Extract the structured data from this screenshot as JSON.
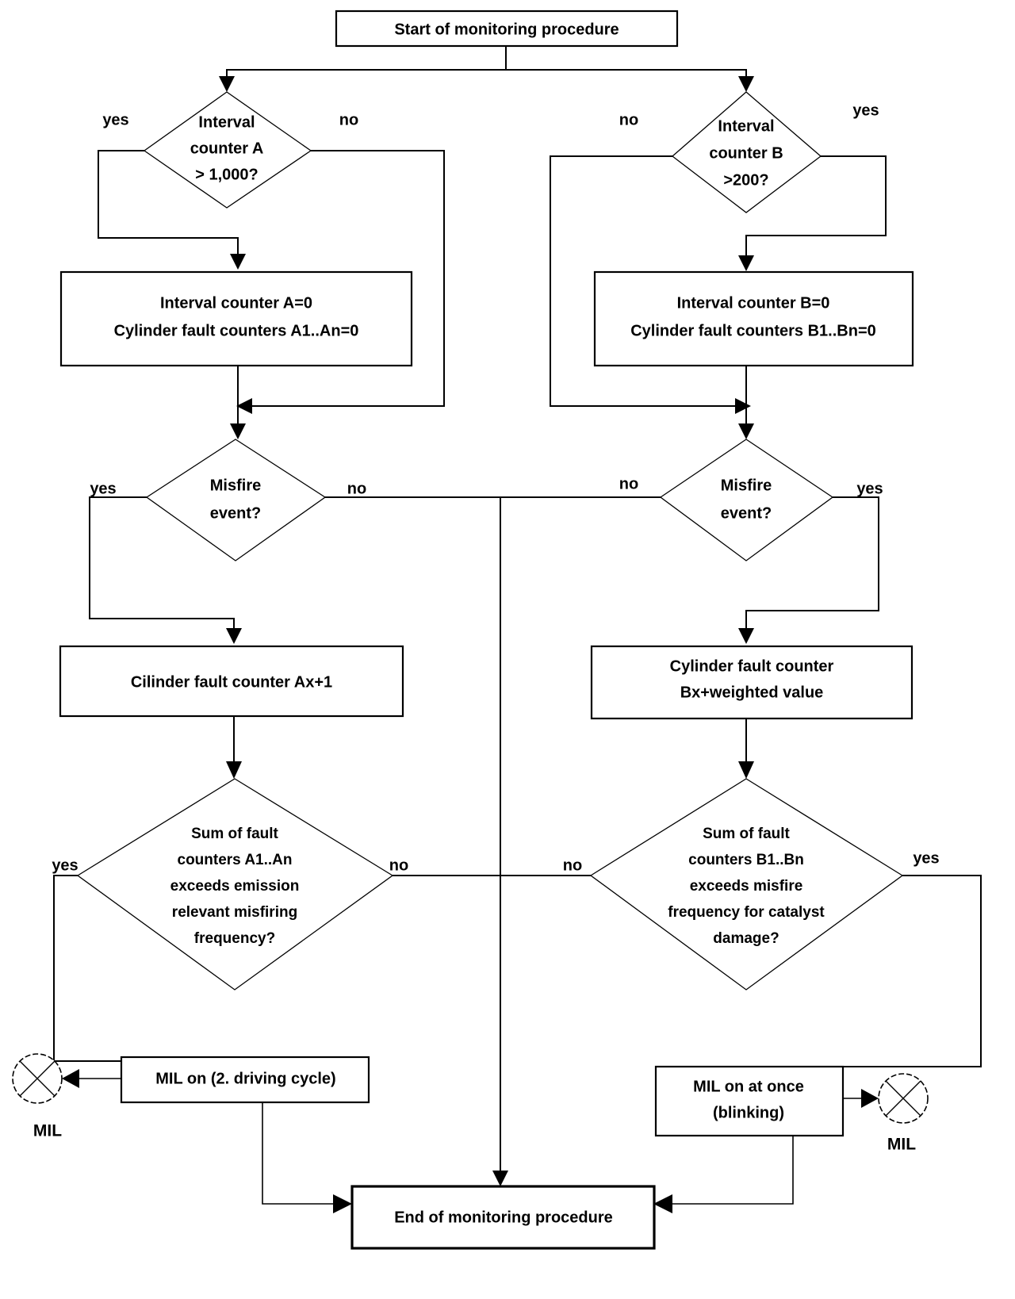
{
  "diagram": {
    "title": "Misfire monitoring procedure flowchart",
    "type": "flowchart",
    "background_color": "#ffffff",
    "line_color": "#000000",
    "text_color": "#000000"
  },
  "nodes": {
    "start": {
      "shape": "process",
      "label": "Start of monitoring procedure"
    },
    "decision_interval_a": {
      "shape": "decision",
      "line1": "Interval",
      "line2": "counter A",
      "line3": "> 1,000?",
      "yes_label": "yes",
      "no_label": "no"
    },
    "decision_interval_b": {
      "shape": "decision",
      "line1": "Interval",
      "line2": "counter B",
      "line3": ">200?",
      "yes_label": "yes",
      "no_label": "no"
    },
    "reset_a": {
      "shape": "process",
      "line1": "Interval counter A=0",
      "line2": "Cylinder fault counters A1..An=0"
    },
    "reset_b": {
      "shape": "process",
      "line1": "Interval counter B=0",
      "line2": "Cylinder fault counters B1..Bn=0"
    },
    "decision_misfire_a": {
      "shape": "decision",
      "line1": "Misfire",
      "line2": "event?",
      "yes_label": "yes",
      "no_label": "no"
    },
    "decision_misfire_b": {
      "shape": "decision",
      "line1": "Misfire",
      "line2": "event?",
      "yes_label": "yes",
      "no_label": "no"
    },
    "increment_a": {
      "shape": "process",
      "line1": "Cilinder fault counter Ax+1"
    },
    "increment_b": {
      "shape": "process",
      "line1": "Cylinder fault counter",
      "line2": "Bx+weighted value"
    },
    "decision_sum_a": {
      "shape": "decision",
      "line1": "Sum of  fault",
      "line2": "counters A1..An",
      "line3": "exceeds emission",
      "line4": "relevant misfiring",
      "line5": "frequency?",
      "yes_label": "yes",
      "no_label": "no"
    },
    "decision_sum_b": {
      "shape": "decision",
      "line1": "Sum of  fault",
      "line2": "counters B1..Bn",
      "line3": "exceeds misfire",
      "line4": "frequency for catalyst",
      "line5": "damage?",
      "yes_label": "yes",
      "no_label": "no"
    },
    "mil_on_a": {
      "shape": "process",
      "line1": "MIL on (2. driving cycle)"
    },
    "mil_on_b": {
      "shape": "process",
      "line1": "MIL on at once",
      "line2": "(blinking)"
    },
    "lamp_left": {
      "shape": "lamp",
      "label": "MIL"
    },
    "lamp_right": {
      "shape": "lamp",
      "label": "MIL"
    },
    "end": {
      "shape": "process",
      "label": "End of monitoring procedure"
    }
  }
}
